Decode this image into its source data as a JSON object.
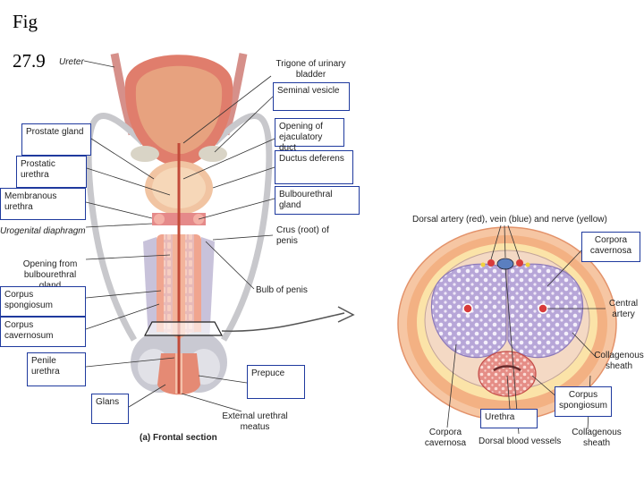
{
  "header": {
    "fig_word": "Fig",
    "fig_number": "27.9"
  },
  "frontal": {
    "caption": "(a) Frontal section",
    "labels": {
      "ureter": "Ureter",
      "trigone": "Trigone of urinary bladder",
      "seminal_vesicle": "Seminal vesicle",
      "opening_ejaculatory": "Opening of ejaculatory duct",
      "ductus_deferens": "Ductus deferens",
      "bulbourethral_gland": "Bulbourethral gland",
      "prostate_gland": "Prostate gland",
      "prostatic_urethra": "Prostatic urethra",
      "membranous_urethra": "Membranous urethra",
      "urogenital_diaphragm": "Urogenital diaphragm",
      "crus": "Crus (root) of penis",
      "opening_bulbourethral": "Opening from bulbourethral gland",
      "bulb_penis": "Bulb of penis",
      "corpus_spongiosum": "Corpus spongiosum",
      "corpus_cavernosum": "Corpus cavernosum",
      "penile_urethra": "Penile urethra",
      "prepuce": "Prepuce",
      "glans": "Glans",
      "external_meatus": "External urethral meatus"
    }
  },
  "cross": {
    "labels": {
      "dorsal_header": "Dorsal artery (red), vein (blue) and nerve (yellow)",
      "corpora_cavernosa_box": "Corpora cavernosa",
      "central_artery": "Central artery",
      "collagenous_sheath": "Collagenous sheath",
      "corpus_spongiosum_box": "Corpus spongiosum",
      "urethra_box": "Urethra",
      "bottom_corpora": "Corpora cavernosa",
      "bottom_dorsal": "Dorsal blood vessels",
      "bottom_collagenous": "Collagenous sheath"
    }
  },
  "colors": {
    "box_border": "#1f3a9e",
    "tissue_pink": "#f0a58f",
    "tissue_dark": "#d2604a",
    "cavernous_purple": "#b7a6d8",
    "scrotum_gray": "#c9c9d2",
    "sheath_orange": "#f3b183"
  }
}
